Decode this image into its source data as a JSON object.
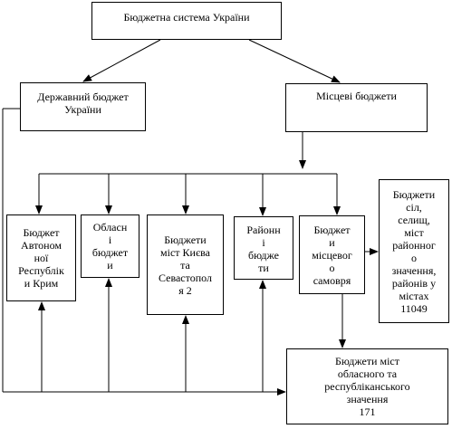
{
  "diagram": {
    "top": "Бюджетна  система України",
    "state_budget": "Державний бюджет\nУкраїни",
    "local_budgets": "Місцеві бюджети",
    "autonomous": "Бюджет\nАвтоном\nної\nРеспублік\nи Крим",
    "oblast": "Обласн\nі\nбюджет\nи",
    "kyiv_sev": "Бюджети\nміст Києва\nта\nСевастопол\nя 2",
    "rayon": "Районн\nі\nбюдже\nти",
    "self_gov": "Бюджет\nи\nмісцевог\nо\nсамовря",
    "villages": "Бюджети\nсіл,\nселищ,\nміст\nрайонног\nо\nзначення,\nрайонів у\nмістах\n11049",
    "cities": "Бюджети міст\nобласного та\nреспубліканського\nзначення\n171"
  }
}
